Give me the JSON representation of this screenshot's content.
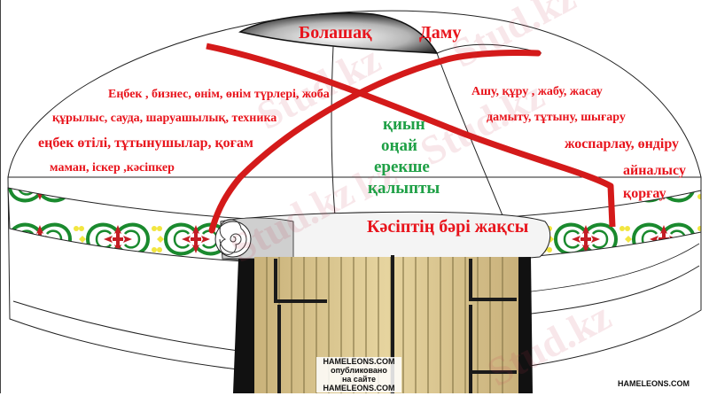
{
  "diagram": {
    "type": "yurt-concept-map",
    "colors": {
      "label_red": "#e8141c",
      "label_green": "#1fa046",
      "rope_red": "#d41a1a",
      "ornament_green": "#1a8a2e",
      "ornament_yellow": "#f2e640",
      "door_wood": "#d9c48a"
    },
    "crown": {
      "left": "Болашақ",
      "right": "Даму"
    },
    "left_column": [
      "Еңбек , бизнес,  өнім, өнім түрлері, жоба",
      "құрылыс, сауда, шаруашылық, техника",
      "еңбек өтілі, тұтынушылар, қоғам",
      "маман, іскер ,кәсіпкер"
    ],
    "center_column": [
      "қиын",
      "оңай",
      "ерекше",
      "қалыпты"
    ],
    "right_column": [
      "Ашу, құру , жабу, жасау",
      "дамыту, тұтыну, шығару",
      "жоспарлау, өндіру",
      "айналысу",
      "қорғау"
    ],
    "bottom_banner": "Кәсіптің  бәрі жақсы"
  },
  "watermarks": {
    "text_1": "Stud.kz",
    "text_2": "Stud.kz",
    "text_3": "Stud.kz",
    "text_4": "kz - Stud.kz",
    "text_5": "Stud.kz"
  },
  "credits": {
    "door_lines": [
      "HAMELEONS.COM",
      "опубликовано",
      "на сайте",
      "HAMELEONS.COM"
    ],
    "corner": "HAMELEONS.COM"
  }
}
